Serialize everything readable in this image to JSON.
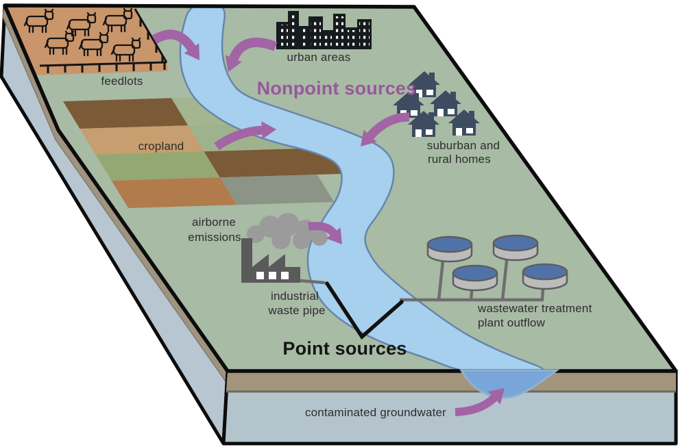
{
  "diagram": {
    "subject": "point and nonpoint sources of water pollution",
    "headings": {
      "nonpoint": "Nonpoint sources",
      "point": "Point sources"
    },
    "labels": {
      "feedlots": "feedlots",
      "urban": "urban areas",
      "suburban_1": "suburban and",
      "suburban_2": "rural homes",
      "cropland": "cropland",
      "airborne_1": "airborne",
      "airborne_2": "emissions",
      "industrial_1": "industrial",
      "industrial_2": "waste pipe",
      "wastewater_1": "wastewater treatment",
      "wastewater_2": "plant outflow",
      "groundwater": "contaminated groundwater"
    },
    "icon_counts": {
      "cows": 6,
      "city_buildings": 8,
      "houses": 5,
      "treatment_tanks": 4
    },
    "colors": {
      "land_green": "#a8bba5",
      "river_blue": "#a7cfee",
      "river_outline": "#6586aa",
      "seep_blue": "#79a5d8",
      "groundwater_layer": "#b4c4cd",
      "soil_layer": "#a3947c",
      "arrow_purple": "#a264a4",
      "nonpoint_text": "#98589c",
      "point_text": "#151515",
      "house_navy": "#3d4c61",
      "factory_gray": "#5a5a5a",
      "tank_top_blue": "#4f73a9",
      "feedlot_tan": "#c9956a"
    }
  }
}
